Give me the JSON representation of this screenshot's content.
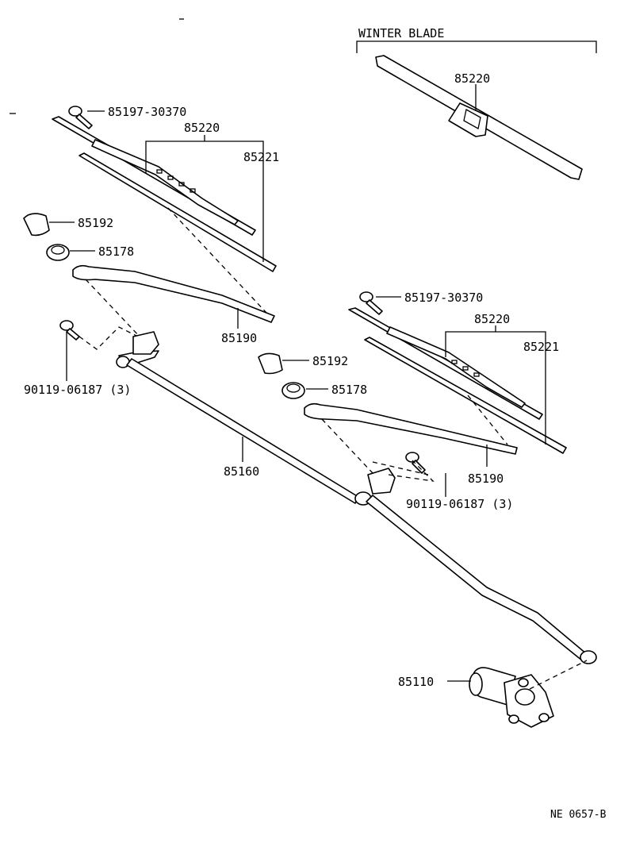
{
  "section_title": "WINTER BLADE",
  "drawing_code": "NE 0657-B",
  "labels": {
    "winter_blade": "85220",
    "left_screw": "85197-30370",
    "left_blade": "85220",
    "left_rubber": "85221",
    "left_cap": "85192",
    "left_nut": "85178",
    "left_arm": "85190",
    "left_bolt": "90119-06187 (3)",
    "right_screw": "85197-30370",
    "right_blade": "85220",
    "right_rubber": "85221",
    "right_cap": "85192",
    "right_nut": "85178",
    "right_arm": "85190",
    "right_bolt": "90119-06187 (3)",
    "link_rod": "85160",
    "motor": "85110"
  }
}
